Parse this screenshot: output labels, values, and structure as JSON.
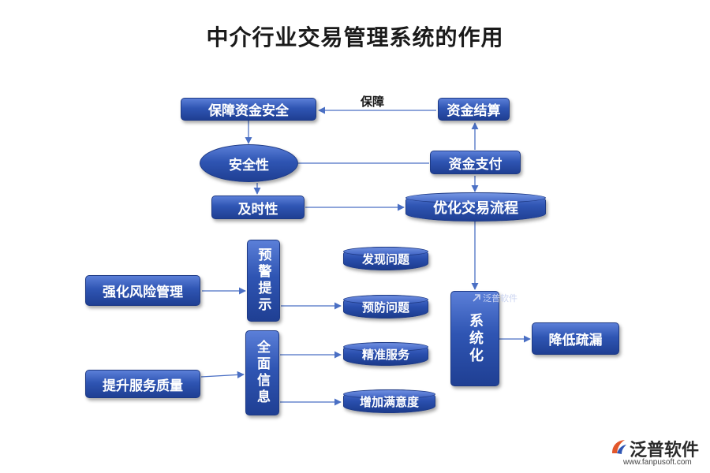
{
  "title": "中介行业交易管理系统的作用",
  "nodes": {
    "protect_funds": "保障资金安全",
    "settlement": "资金结算",
    "safety": "安全性",
    "payment": "资金支付",
    "timeliness": "及时性",
    "optimize": "优化交易流程",
    "risk": "强化风险管理",
    "warning": "预警提示",
    "find_issue": "发现问题",
    "prevent_issue": "预防问题",
    "systematize": "系统化",
    "reduce_gaps": "降低疏漏",
    "full_info": "全面信息",
    "precise_service": "精准服务",
    "quality": "提升服务质量",
    "satisfaction": "增加满意度"
  },
  "edge_label": "保障",
  "inner_logo": "泛普软件",
  "watermark": {
    "name": "泛普软件",
    "url": "www.fanpusoft.com"
  },
  "colors": {
    "node_fill": "#2f55b3",
    "node_border": "#1e3a85",
    "arrow": "#4a6fc4"
  }
}
